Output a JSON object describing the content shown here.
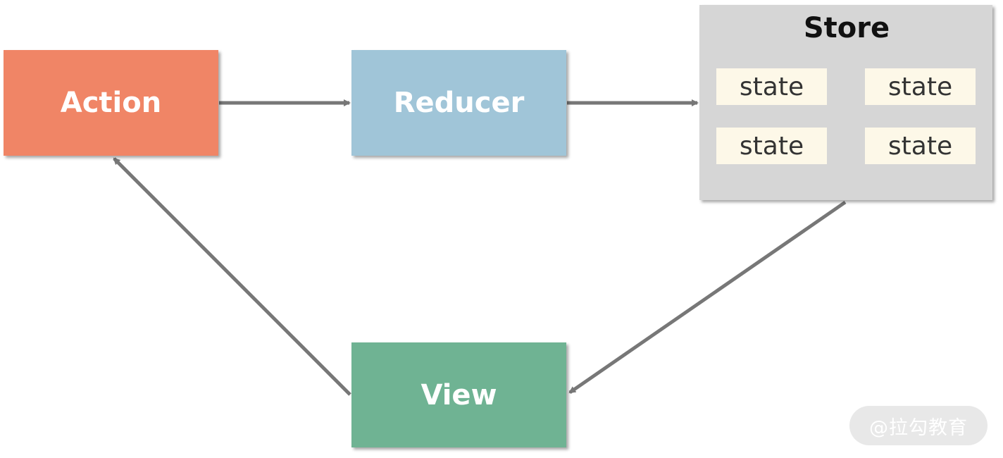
{
  "nodes": {
    "action": "Action",
    "reducer": "Reducer",
    "view": "View"
  },
  "store": {
    "title": "Store",
    "states": [
      "state",
      "state",
      "state",
      "state"
    ]
  },
  "watermark": "@拉勾教育",
  "colors": {
    "action": "#f08566",
    "reducer": "#a0c5d8",
    "view": "#6fb393",
    "store": "#d6d6d6",
    "state": "#fdf8e8",
    "arrow": "#777777"
  }
}
